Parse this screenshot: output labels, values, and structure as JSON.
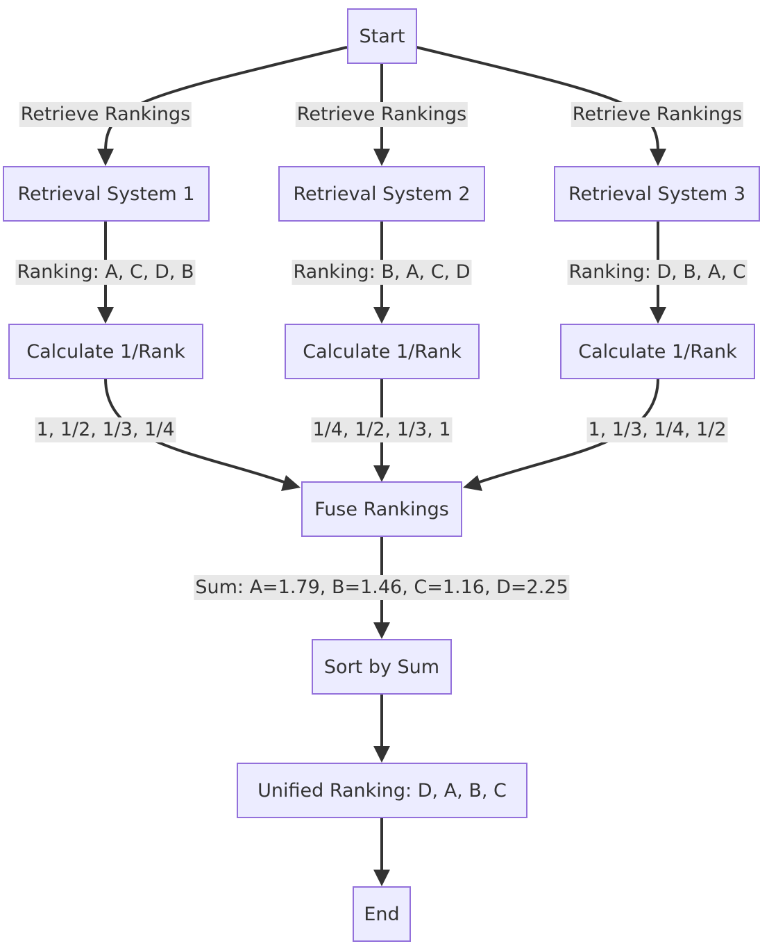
{
  "colors": {
    "node_fill": "#ececff",
    "node_border": "#9370db",
    "edge": "#333333",
    "label_bg": "#e8e8e8",
    "text": "#333333"
  },
  "nodes": {
    "start": "Start",
    "retrieval_system_1": "Retrieval System 1",
    "retrieval_system_2": "Retrieval System 2",
    "retrieval_system_3": "Retrieval System 3",
    "calculate_1": "Calculate 1/Rank",
    "calculate_2": "Calculate 1/Rank",
    "calculate_3": "Calculate 1/Rank",
    "fuse_rankings": "Fuse Rankings",
    "sort_by_sum": "Sort by Sum",
    "unified_ranking": "Unified Ranking: D, A, B, C",
    "end": "End"
  },
  "edge_labels": {
    "retrieve_1": "Retrieve Rankings",
    "retrieve_2": "Retrieve Rankings",
    "retrieve_3": "Retrieve Rankings",
    "ranking_1": "Ranking: A, C, D, B",
    "ranking_2": "Ranking: B, A, C, D",
    "ranking_3": "Ranking: D, B, A, C",
    "scores_1": "1, 1/2, 1/3, 1/4",
    "scores_2": "1/4, 1/2, 1/3, 1",
    "scores_3": "1, 1/3, 1/4, 1/2",
    "sum": "Sum: A=1.79, B=1.46, C=1.16, D=2.25"
  }
}
